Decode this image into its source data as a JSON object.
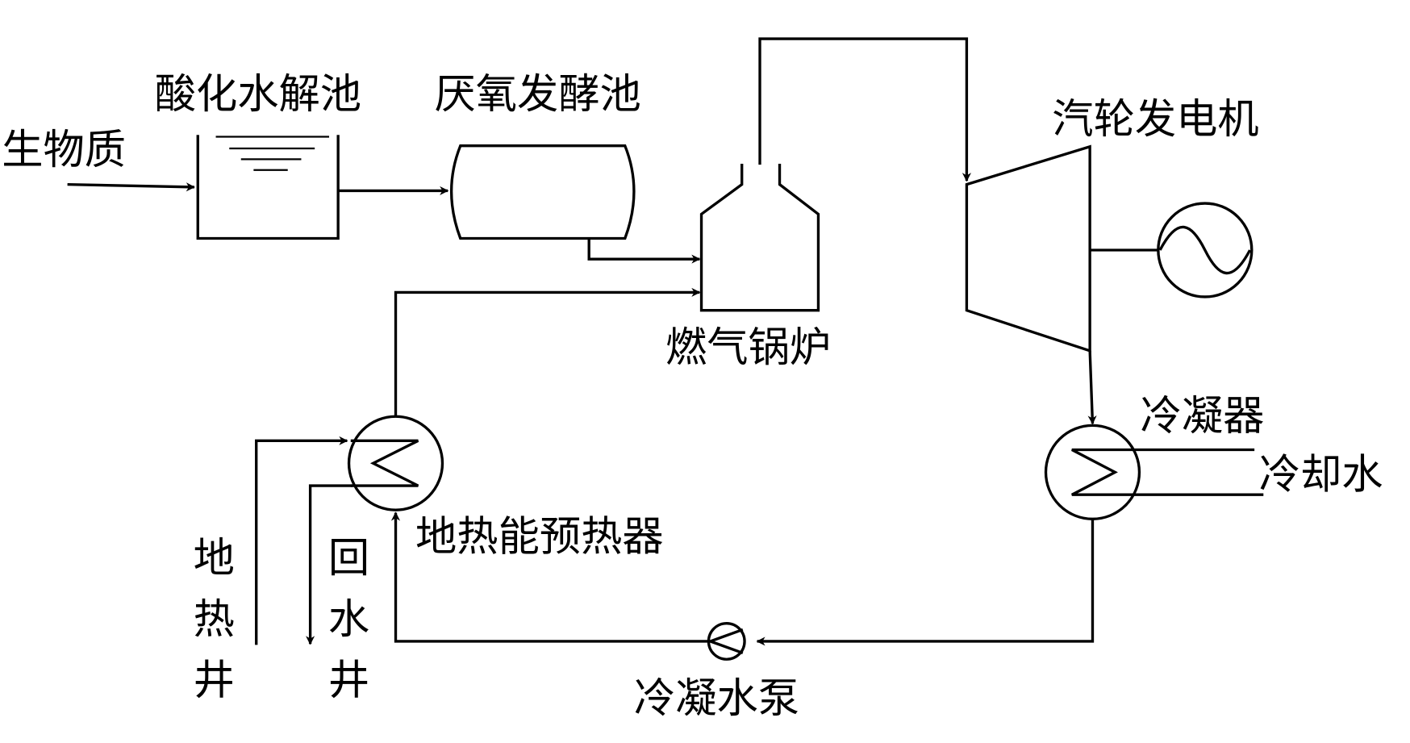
{
  "labels": {
    "biomass": "生物质",
    "acid_hydrolysis_tank": "酸化水解池",
    "anaerobic_fermenter": "厌氧发酵池",
    "gas_boiler": "燃气锅炉",
    "turbine_generator": "汽轮发电机",
    "condenser": "冷凝器",
    "cooling_water": "冷却水",
    "geothermal_preheater": "地热能预热器",
    "geothermal_well": [
      "地",
      "热",
      "井"
    ],
    "return_well": [
      "回",
      "水",
      "井"
    ],
    "condensate_pump": "冷凝水泵"
  },
  "colors": {
    "line": "#000000",
    "background": "#ffffff"
  }
}
